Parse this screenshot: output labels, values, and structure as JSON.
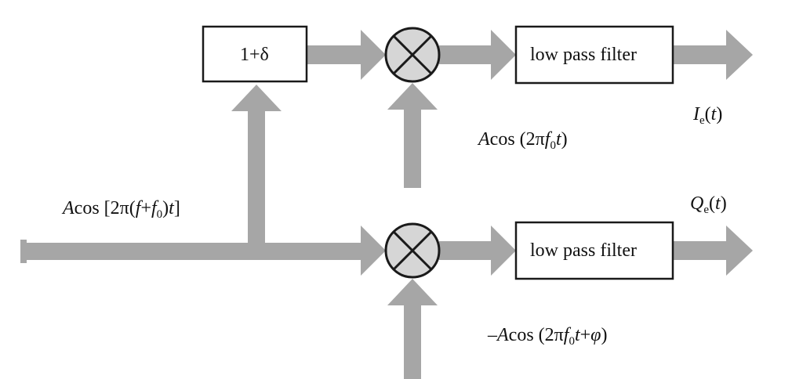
{
  "blocks": {
    "gain": "1+δ",
    "lpf_top": "low pass filter",
    "lpf_bottom": "low pass filter"
  },
  "labels": {
    "input_signal": {
      "a": "A",
      "b": "cos [2π(",
      "c": "f",
      "d": "+",
      "e": "f",
      "f": "0",
      "g": ")",
      "h": "t",
      "i": "]"
    },
    "lo_top": {
      "a": "A",
      "b": "cos (2π",
      "c": "f",
      "d": "0",
      "e": "t",
      "f": ")"
    },
    "lo_bottom": {
      "a": "–A",
      "b": "cos (2π",
      "c": "f",
      "d": "0",
      "e": "t",
      "f": "+",
      "g": "φ",
      "h": ")"
    },
    "out_i": {
      "a": "I",
      "b": "e",
      "c": "(",
      "d": "t",
      "e": ")"
    },
    "out_q": {
      "a": "Q",
      "b": "e",
      "c": "(",
      "d": "t",
      "e": ")"
    }
  },
  "colors": {
    "arrow": "#a6a6a6",
    "mixer_fill": "#d6d6d6",
    "stroke": "#1a1a1a"
  }
}
